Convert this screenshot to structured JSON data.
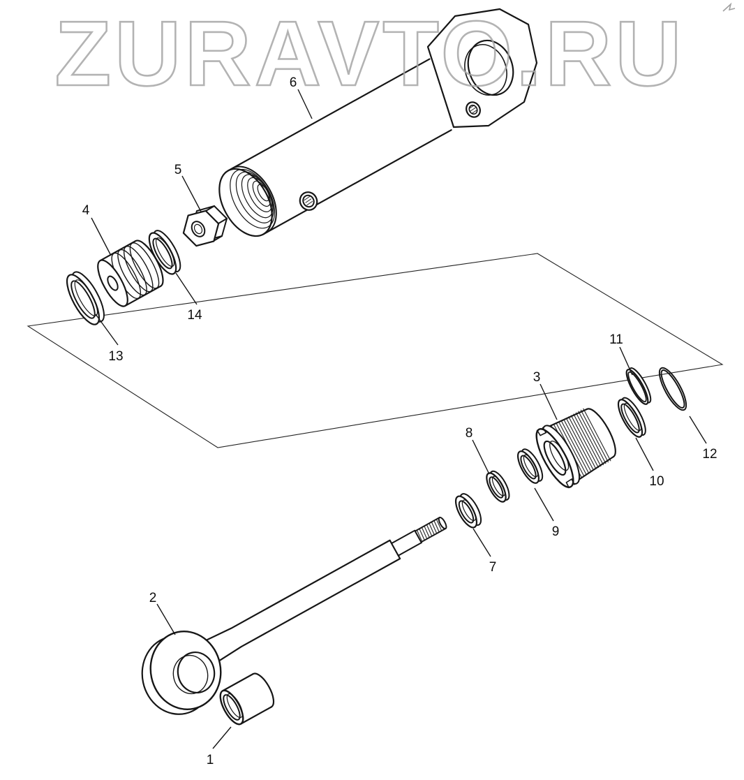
{
  "watermark": {
    "text": "ZURAVTO.RU"
  },
  "callouts": {
    "c1": "1",
    "c2": "2",
    "c3": "3",
    "c4": "4",
    "c5": "5",
    "c6": "6",
    "c7": "7",
    "c8": "8",
    "c9": "9",
    "c10": "10",
    "c11": "11",
    "c12": "12",
    "c13": "13",
    "c14": "14"
  },
  "colors": {
    "line": "#161616",
    "watermark": "#a6a6a6",
    "label": "#0d0d0d",
    "background": "#ffffff"
  }
}
